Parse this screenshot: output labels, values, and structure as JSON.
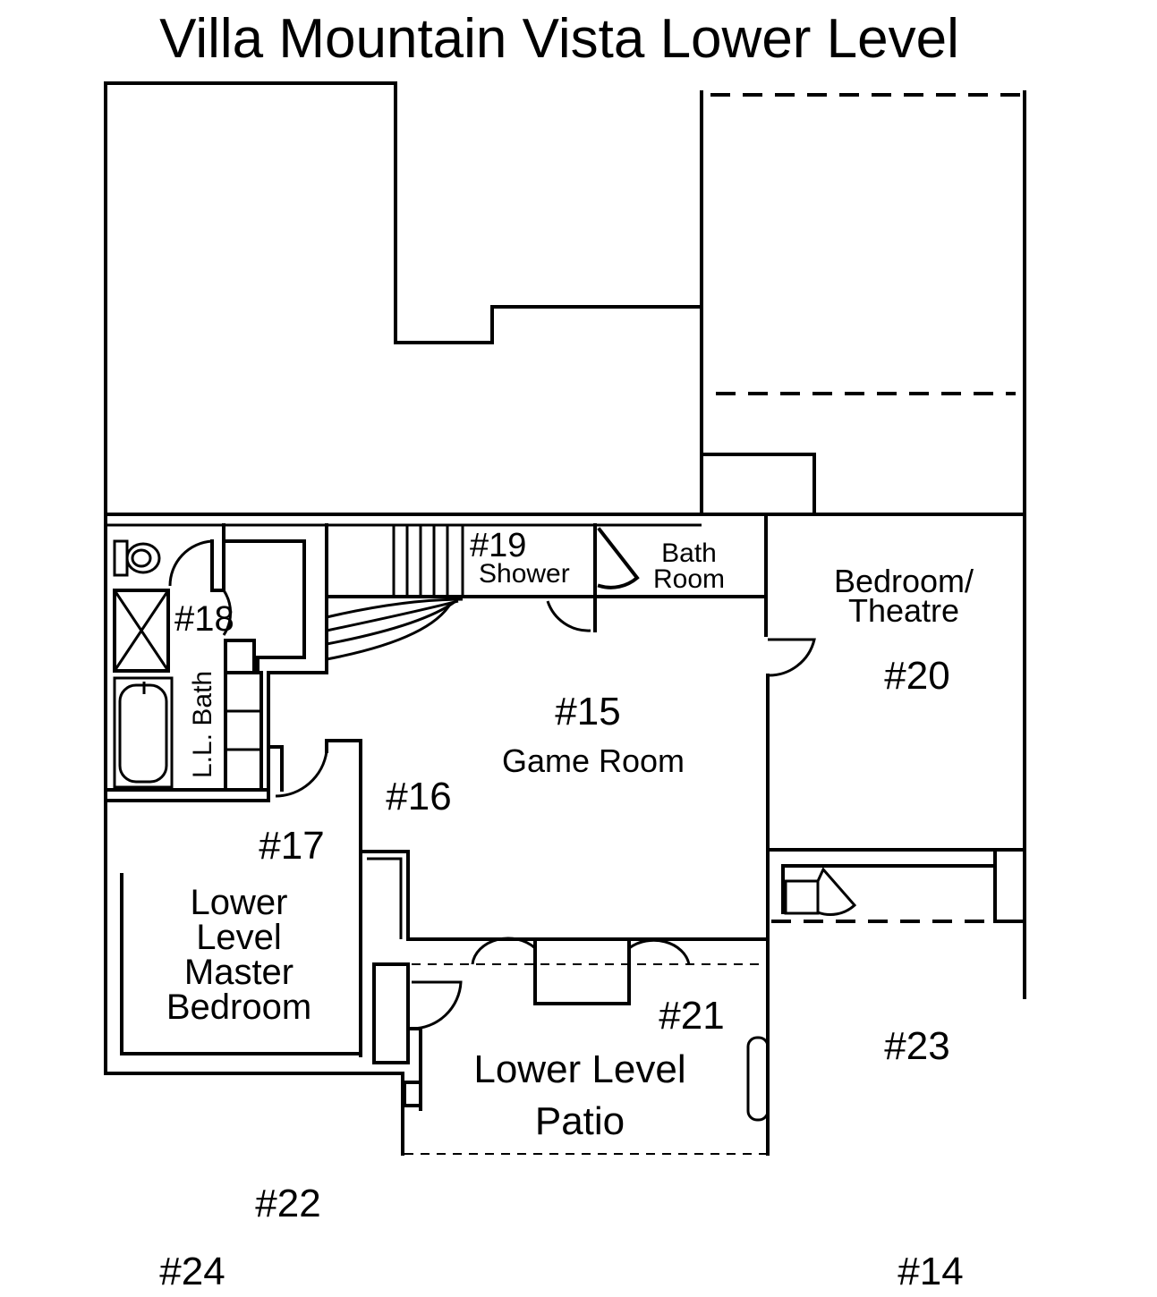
{
  "title": "Villa Mountain Vista Lower Level",
  "rooms": {
    "r15": {
      "number": "#15",
      "name": "Game Room"
    },
    "r16": {
      "number": "#16"
    },
    "r17": {
      "number": "#17",
      "name_lines": [
        "Lower",
        "Level",
        "Master",
        "Bedroom"
      ]
    },
    "r18": {
      "number": "#18",
      "name": "L.L. Bath"
    },
    "r19": {
      "number": "#19",
      "name": "Shower"
    },
    "bath": {
      "name_lines": [
        "Bath",
        "Room"
      ]
    },
    "r20": {
      "number": "#20",
      "name_lines": [
        "Bedroom/",
        "Theatre"
      ]
    },
    "r21": {
      "number": "#21",
      "name_lines": [
        "Lower Level",
        "Patio"
      ]
    },
    "r22": {
      "number": "#22"
    },
    "r23": {
      "number": "#23"
    },
    "r24": {
      "number": "#24"
    },
    "r14": {
      "number": "#14"
    }
  }
}
